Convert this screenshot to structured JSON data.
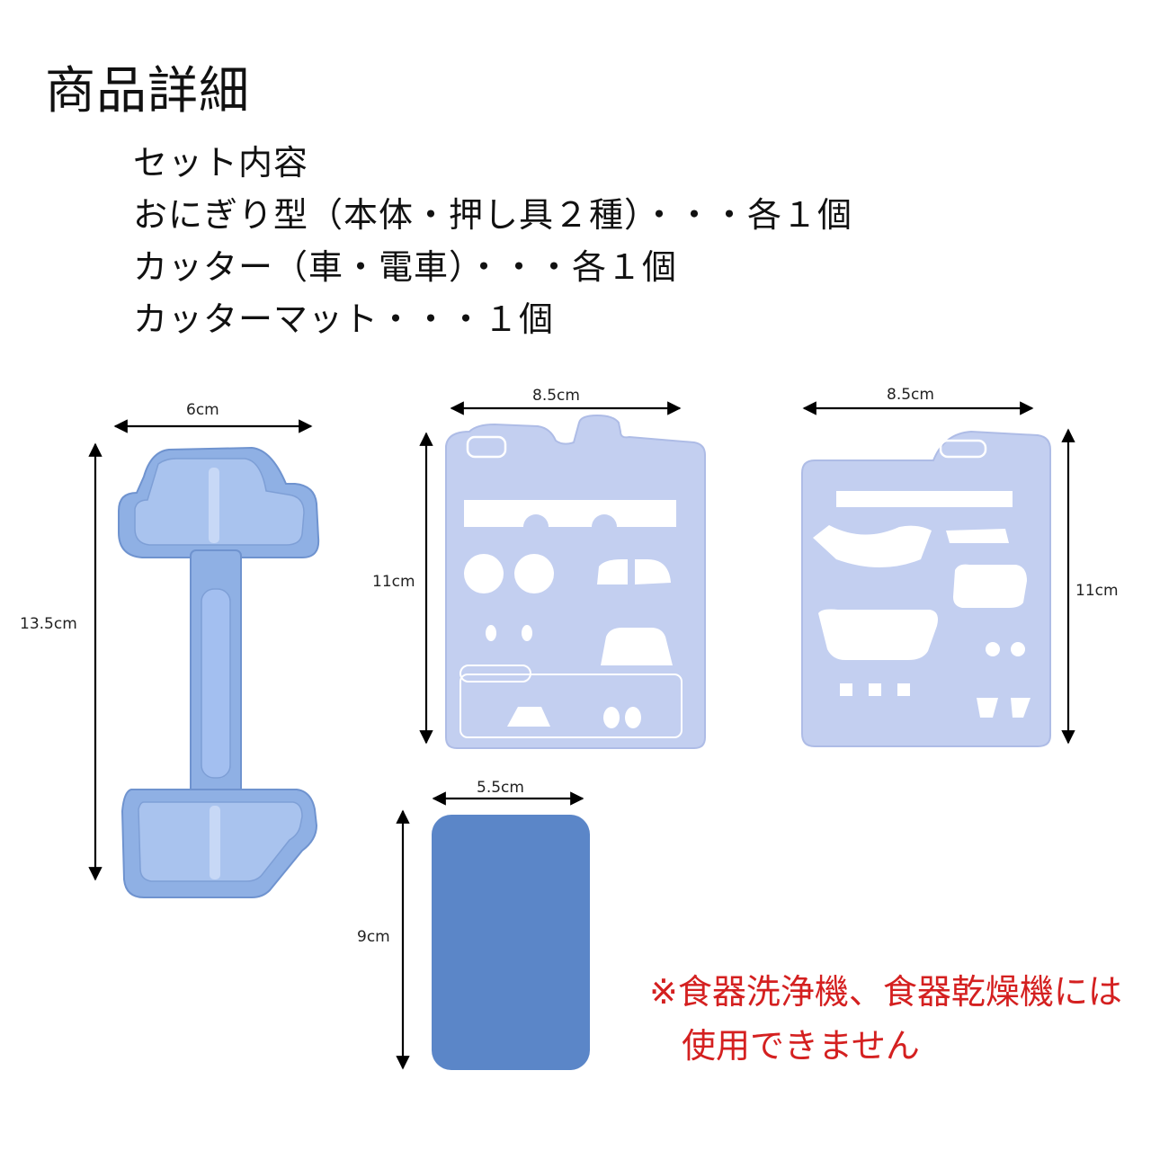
{
  "title": "商品詳細",
  "set": {
    "heading": "セット内容",
    "lines": [
      "おにぎり型（本体・押し具２種）・・・各１個",
      "カッター（車・電車）・・・各１個",
      "カッターマット・・・１個"
    ]
  },
  "dimensions": {
    "mold_width": "6cm",
    "mold_height": "13.5cm",
    "car_cutter_width": "8.5cm",
    "car_cutter_height": "11cm",
    "train_cutter_width": "8.5cm",
    "train_cutter_height": "11cm",
    "mat_width": "5.5cm",
    "mat_height": "9cm"
  },
  "notice": {
    "line1": "※食器洗浄機、食器乾燥機には",
    "line2": "使用できません"
  },
  "colors": {
    "mold": "#8fb0e4",
    "cutter": "#c3cff0",
    "mat": "#5b86c8",
    "notice": "#d42020"
  }
}
